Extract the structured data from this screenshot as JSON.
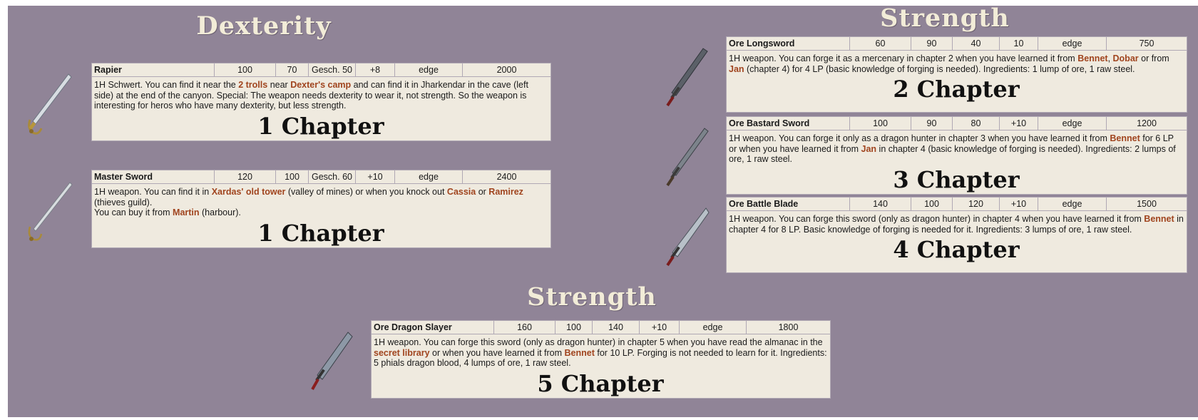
{
  "top_fragment": "ꟷ ꟷꟷ",
  "headings": {
    "dexterity": "Dexterity",
    "strength_right": "Strength",
    "strength_bottom": "Strength"
  },
  "weapons": {
    "rapier": {
      "name": "Rapier",
      "dmg": "100",
      "req": "70",
      "req2": "Gesch. 50",
      "bonus": "+8",
      "type": "edge",
      "price": "2000",
      "d1": "1H Schwert. You can find it near the ",
      "h1": "2 trolls",
      "d2": " near ",
      "h2": "Dexter's camp",
      "d3": " and can find it in Jharkendar in the cave (left side) at the end of the canyon. Special: The weapon needs dexterity to wear it, not strength. So the weapon is interesting for heros who have many dexterity, but less strength.",
      "chapter": "1 Chapter"
    },
    "master_sword": {
      "name": "Master Sword",
      "dmg": "120",
      "req": "100",
      "req2": "Gesch. 60",
      "bonus": "+10",
      "type": "edge",
      "price": "2400",
      "d1": "1H weapon. You can find it in ",
      "h1": "Xardas' old tower",
      "d2": " (valley of mines) or when you knock out ",
      "h2": "Cassia",
      "d3": " or ",
      "h3": "Ramirez",
      "d4": " (thieves guild).",
      "d5": "You can buy it from ",
      "h4": "Martin",
      "d6": " (harbour).",
      "chapter": "1 Chapter"
    },
    "ore_longsword": {
      "name": "Ore Longsword",
      "dmg": "60",
      "req": "90",
      "req2": "40",
      "bonus": "10",
      "type": "edge",
      "price": "750",
      "d1": "1H weapon. You can forge it as a mercenary in chapter 2 when you have learned it from ",
      "h1": "Bennet",
      "d2": ", ",
      "h2": "Dobar",
      "d3": " or from ",
      "h3": "Jan",
      "d4": " (chapter 4) for 4 LP (basic knowledge of forging is needed). Ingredients: 1 lump of ore, 1 raw steel.",
      "chapter": "2 Chapter"
    },
    "ore_bastard_sword": {
      "name": "Ore Bastard Sword",
      "dmg": "100",
      "req": "90",
      "req2": "80",
      "bonus": "+10",
      "type": "edge",
      "price": "1200",
      "d1": "1H weapon. You can forge it only as a dragon hunter in chapter 3 when you have learned it from ",
      "h1": "Bennet",
      "d2": " for 6 LP or when you have learned it from ",
      "h2": "Jan",
      "d3": " in chapter 4 (basic knowledge of forging is needed). Ingredients: 2 lumps of ore, 1 raw steel.",
      "chapter": "3 Chapter"
    },
    "ore_battle_blade": {
      "name": "Ore Battle Blade",
      "dmg": "140",
      "req": "100",
      "req2": "120",
      "bonus": "+10",
      "type": "edge",
      "price": "1500",
      "d1": "1H weapon. You can forge this sword (only as dragon hunter) in chapter 4 when you have learned it from ",
      "h1": "Bennet",
      "d2": " in chapter 4 for 8 LP. Basic knowledge of forging is needed for it. Ingredients: 3 lumps of ore, 1 raw steel.",
      "chapter": "4 Chapter"
    },
    "ore_dragon_slayer": {
      "name": "Ore Dragon Slayer",
      "dmg": "160",
      "req": "100",
      "req2": "140",
      "bonus": "+10",
      "type": "edge",
      "price": "1800",
      "d1": "1H weapon. You can forge this sword (only as dragon hunter) in chapter 5 when you have read the almanac in the ",
      "h1": "secret library",
      "d2": " or when you have learned it from ",
      "h2": "Bennet",
      "d3": " for 10 LP. Forging is not needed to learn for it. Ingredients: 5 phials dragon blood, 4 lumps of ore, 1 raw steel.",
      "chapter": "5 Chapter"
    }
  },
  "colors": {
    "panel": "#908497",
    "table_bg": "#efeadf",
    "highlight": "#a0441e",
    "heading": "#f2ecd8"
  },
  "icons": [
    "rapier-sword-icon",
    "master-sword-icon",
    "ore-longsword-icon",
    "ore-bastard-sword-icon",
    "ore-battle-blade-icon",
    "ore-dragon-slayer-icon"
  ]
}
